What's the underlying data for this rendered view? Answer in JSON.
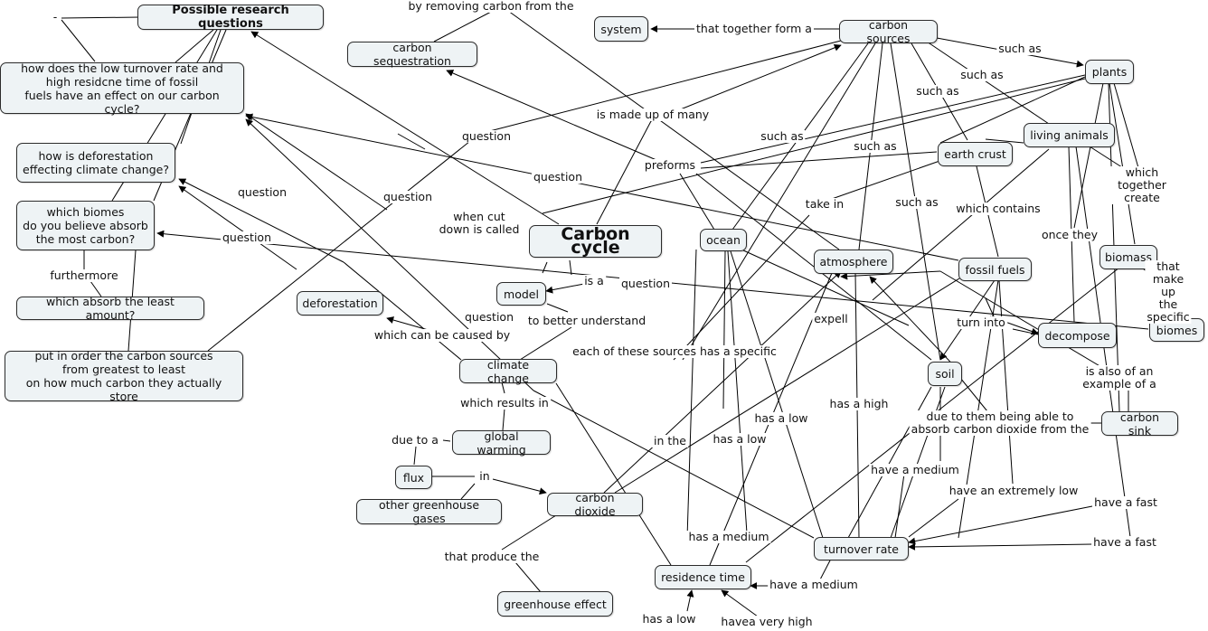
{
  "nodes": {
    "research": "Possible research questions",
    "q_turnover": "how does the low turnover rate and\nhigh residcne time of fossil\nfuels have an effect on our carbon cycle?",
    "q_deforest": "how is deforestation\neffecting climate change?",
    "q_biomes": "which biomes\ndo you believe absorb\nthe most carbon?",
    "q_least": "which absorb the least amount?",
    "q_order": "put in order the carbon sources\nfrom greatest to least\non how much carbon they actually store",
    "sequestration": "carbon sequestration",
    "system": "system",
    "sources": "carbon sources",
    "plants": "plants",
    "animals": "living animals",
    "crust": "earth crust",
    "carbon_cycle": "Carbon cycle",
    "ocean": "ocean",
    "atmosphere": "atmosphere",
    "fossil": "fossil fuels",
    "biomass": "biomass",
    "biomes": "biomes",
    "decompose": "decompose",
    "model": "model",
    "deforestation": "deforestation",
    "climate": "climate change",
    "soil": "soil",
    "sink": "carbon sink",
    "warming": "global warming",
    "flux": "flux",
    "ghg": "other greenhouse gases",
    "co2": "carbon dioxide",
    "turnover": "turnover rate",
    "residence": "residence time",
    "effect": "greenhouse effect"
  },
  "labels": {
    "dash": "-",
    "removing": "by removing carbon from the",
    "together_form": "that together form a",
    "such_as_1": "such as",
    "such_as_2": "such as",
    "such_as_3": "such as",
    "such_as_4": "such as",
    "such_as_5": "such as",
    "such_as_6": "such as",
    "made_up": "is made up of many",
    "question_1": "question",
    "question_2": "question",
    "question_3": "question",
    "question_4": "question",
    "question_5": "question",
    "question_6": "question",
    "question_7": "question",
    "preforms": "preforms",
    "when_cut": "when cut\ndown is called",
    "take_in": "take in",
    "which_contains": "which contains",
    "together_create": "which together create",
    "once_they": "once they",
    "make_up": "that make up\nthe specific",
    "is_a": "is a",
    "to_better": "to better understand",
    "furthermore": "furthermore",
    "caused_by": "which can be caused by",
    "each_source": "each of these sources has a specific",
    "expell": "expell",
    "turn_into": "turn into",
    "example_of": "is also of an example of a",
    "results_in": "which results in",
    "has_high": "has a high",
    "has_low_1": "has a low",
    "has_low_2": "has a low",
    "has_low_3": "has a low",
    "due_absorb": "due to them being able to\nabsorb carbon dioxide from the",
    "due_to": "due to a",
    "in_the": "in the",
    "in": "in",
    "have_medium_1": "have a medium",
    "have_medium_2": "have a medium",
    "has_medium": "has a medium",
    "extremely_low": "have an extremely low",
    "fast_1": "have a fast",
    "fast_2": "have a fast",
    "produce": "that produce the",
    "very_high": "havea  very high"
  }
}
